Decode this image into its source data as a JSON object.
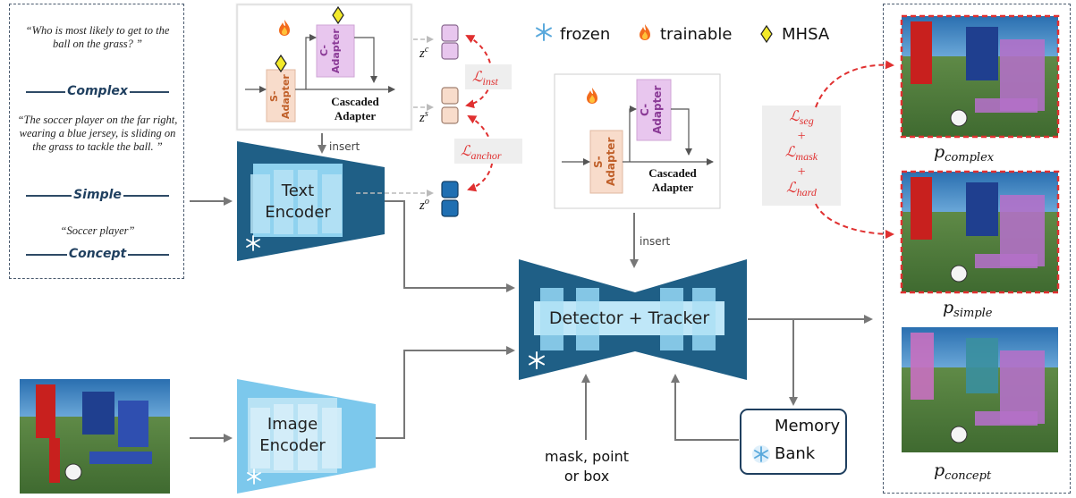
{
  "prompts": {
    "complex_text": "“Who is most likely to get to the ball on the grass? ”",
    "complex_label": "Complex",
    "simple_text": "“The soccer player on the far right, wearing a blue jersey, is sliding on the grass to tackle the ball. ”",
    "simple_label": "Simple",
    "concept_text": "“Soccer player”",
    "concept_label": "Concept"
  },
  "legend": {
    "frozen": "frozen",
    "trainable": "trainable",
    "mhsa": "MHSA"
  },
  "adapter_top": {
    "s_adapter": "S-Adapter",
    "c_adapter": "C-Adapter",
    "caption_line1": "Cascaded",
    "caption_line2": "Adapter"
  },
  "adapter_mid": {
    "s_adapter": "S-Adapter",
    "c_adapter": "C-Adapter",
    "caption_line1": "Cascaded",
    "caption_line2": "Adapter"
  },
  "insert_label": "insert",
  "insert_label_2": "insert",
  "text_encoder": {
    "line1": "Text",
    "line2": "Encoder"
  },
  "image_encoder": {
    "line1": "Image",
    "line2": "Encoder"
  },
  "detector": "Detector + Tracker",
  "memory_bank": {
    "line1": "Memory",
    "line2": "Bank"
  },
  "prompt_input": {
    "line1": "mask, point",
    "line2": "or box"
  },
  "embeddings": {
    "zc": "z",
    "zc_sup": "c",
    "zs": "z",
    "zs_sup": "s",
    "zo": "z",
    "zo_sup": "o"
  },
  "losses": {
    "inst": "inst",
    "anchor": "anchor",
    "seg": "seg",
    "mask": "mask",
    "hard": "hard",
    "plus": "+",
    "symbol": "ℒ"
  },
  "outputs": {
    "complex": "complex",
    "simple": "simple",
    "concept": "concept",
    "symbol": "p"
  },
  "colors": {
    "encoder_dark": "#1f5f86",
    "encoder_light": "#8fd2ef",
    "s_adapter": "#f8dccb",
    "c_adapter": "#e8c6ee",
    "loss_red": "#e03030",
    "zo_blue": "#1f6fb2"
  }
}
